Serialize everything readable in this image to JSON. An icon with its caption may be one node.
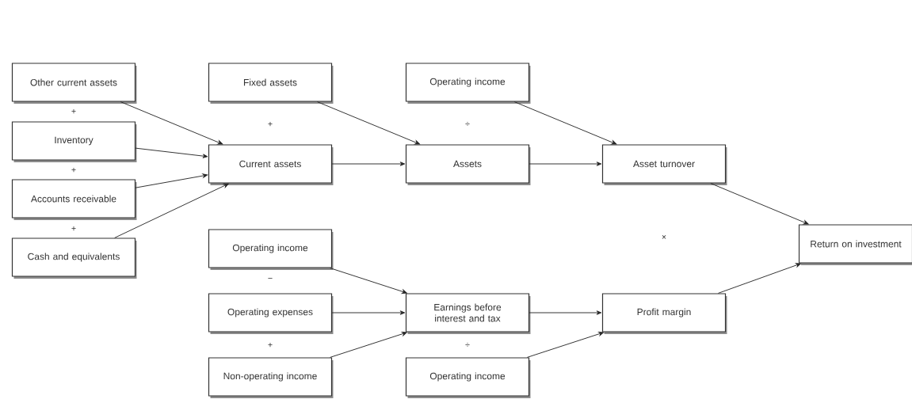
{
  "diagram": {
    "nodes": [
      {
        "text": [
          "Other current assets"
        ]
      },
      {
        "text": [
          "Inventory"
        ]
      },
      {
        "text": [
          "Accounts receivable"
        ]
      },
      {
        "text": [
          "Cash and equivalents"
        ]
      },
      {
        "text": [
          "Fixed assets"
        ]
      },
      {
        "text": [
          "Current assets"
        ]
      },
      {
        "text": [
          "Operating income"
        ]
      },
      {
        "text": [
          "Assets"
        ]
      },
      {
        "text": [
          "Asset turnover"
        ]
      },
      {
        "text": [
          "Return on investment"
        ]
      },
      {
        "text": [
          "Operating income"
        ]
      },
      {
        "text": [
          "Operating expenses"
        ]
      },
      {
        "text": [
          "Non-operating income"
        ]
      },
      {
        "text": [
          "Earnings before interest and tax"
        ]
      },
      {
        "text": [
          "Operating income"
        ]
      },
      {
        "text": [
          "Profit margin"
        ]
      }
    ],
    "edges": [
      {
        "from": 0,
        "to": 5,
        "arrow": "to"
      },
      {
        "from": 1,
        "to": 5,
        "arrow": "to"
      },
      {
        "from": 2,
        "to": 5,
        "arrow": "to"
      },
      {
        "from": 3,
        "to": 5,
        "arrow": "to"
      },
      {
        "from": 4,
        "to": 7,
        "arrow": "to"
      },
      {
        "from": 5,
        "to": 7,
        "arrow": "to"
      },
      {
        "from": 6,
        "to": 8,
        "arrow": "to"
      },
      {
        "from": 7,
        "to": 8,
        "arrow": "to"
      },
      {
        "from": 8,
        "to": 9,
        "arrow": "to"
      },
      {
        "from": 10,
        "to": 13,
        "arrow": "to"
      },
      {
        "from": 11,
        "to": 13,
        "arrow": "to"
      },
      {
        "from": 12,
        "to": 13,
        "arrow": "to"
      },
      {
        "from": 13,
        "to": 15,
        "arrow": "to"
      },
      {
        "from": 14,
        "to": 15,
        "arrow": "to"
      },
      {
        "from": 15,
        "to": 9,
        "arrow": "to"
      }
    ],
    "labels": [
      "+",
      "+",
      "÷",
      "+",
      "+",
      "×",
      "−",
      "+",
      "÷"
    ]
  }
}
